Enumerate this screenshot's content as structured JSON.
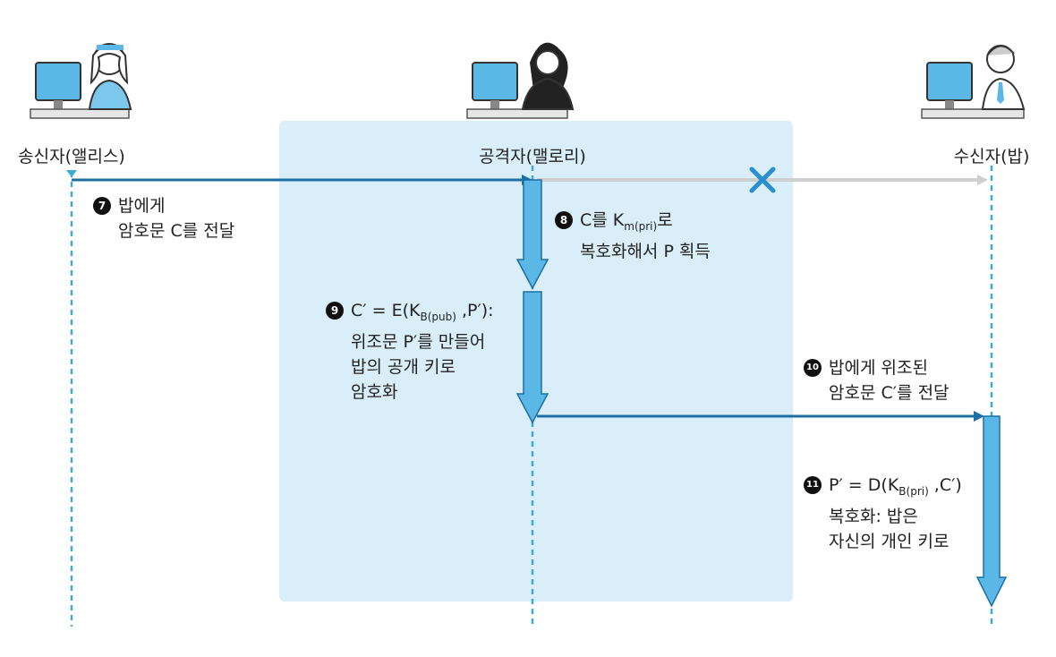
{
  "actors": {
    "sender": "송신자(앨리스)",
    "attacker": "공격자(맬로리)",
    "receiver": "수신자(밥)"
  },
  "steps": [
    {
      "num": "7",
      "lines": [
        "밥에게",
        "암호문 C를 전달"
      ]
    },
    {
      "num": "8",
      "lines": [
        "C를 K",
        "m(pri)",
        "로",
        "복호화해서 P 획득"
      ]
    },
    {
      "num": "9",
      "lines": [
        "C′ = E(K",
        "B(pub)",
        " ,P′):",
        "위조문 P′를 만들어",
        "밥의 공개 키로",
        "암호화"
      ]
    },
    {
      "num": "10",
      "lines": [
        "밥에게 위조된",
        "암호문 C′를 전달"
      ]
    },
    {
      "num": "11",
      "lines": [
        "P′ = D(K",
        "B(pri)",
        " ,C′)",
        "복호화: 밥은",
        "자신의 개인 키로"
      ]
    }
  ],
  "colors": {
    "accent": "#3fa9d9",
    "arrow_dark": "#1d6fa5",
    "panel": "#d9eef8",
    "blocked": "#cfcfcf",
    "blocked_mark": "#2a8fd0"
  }
}
